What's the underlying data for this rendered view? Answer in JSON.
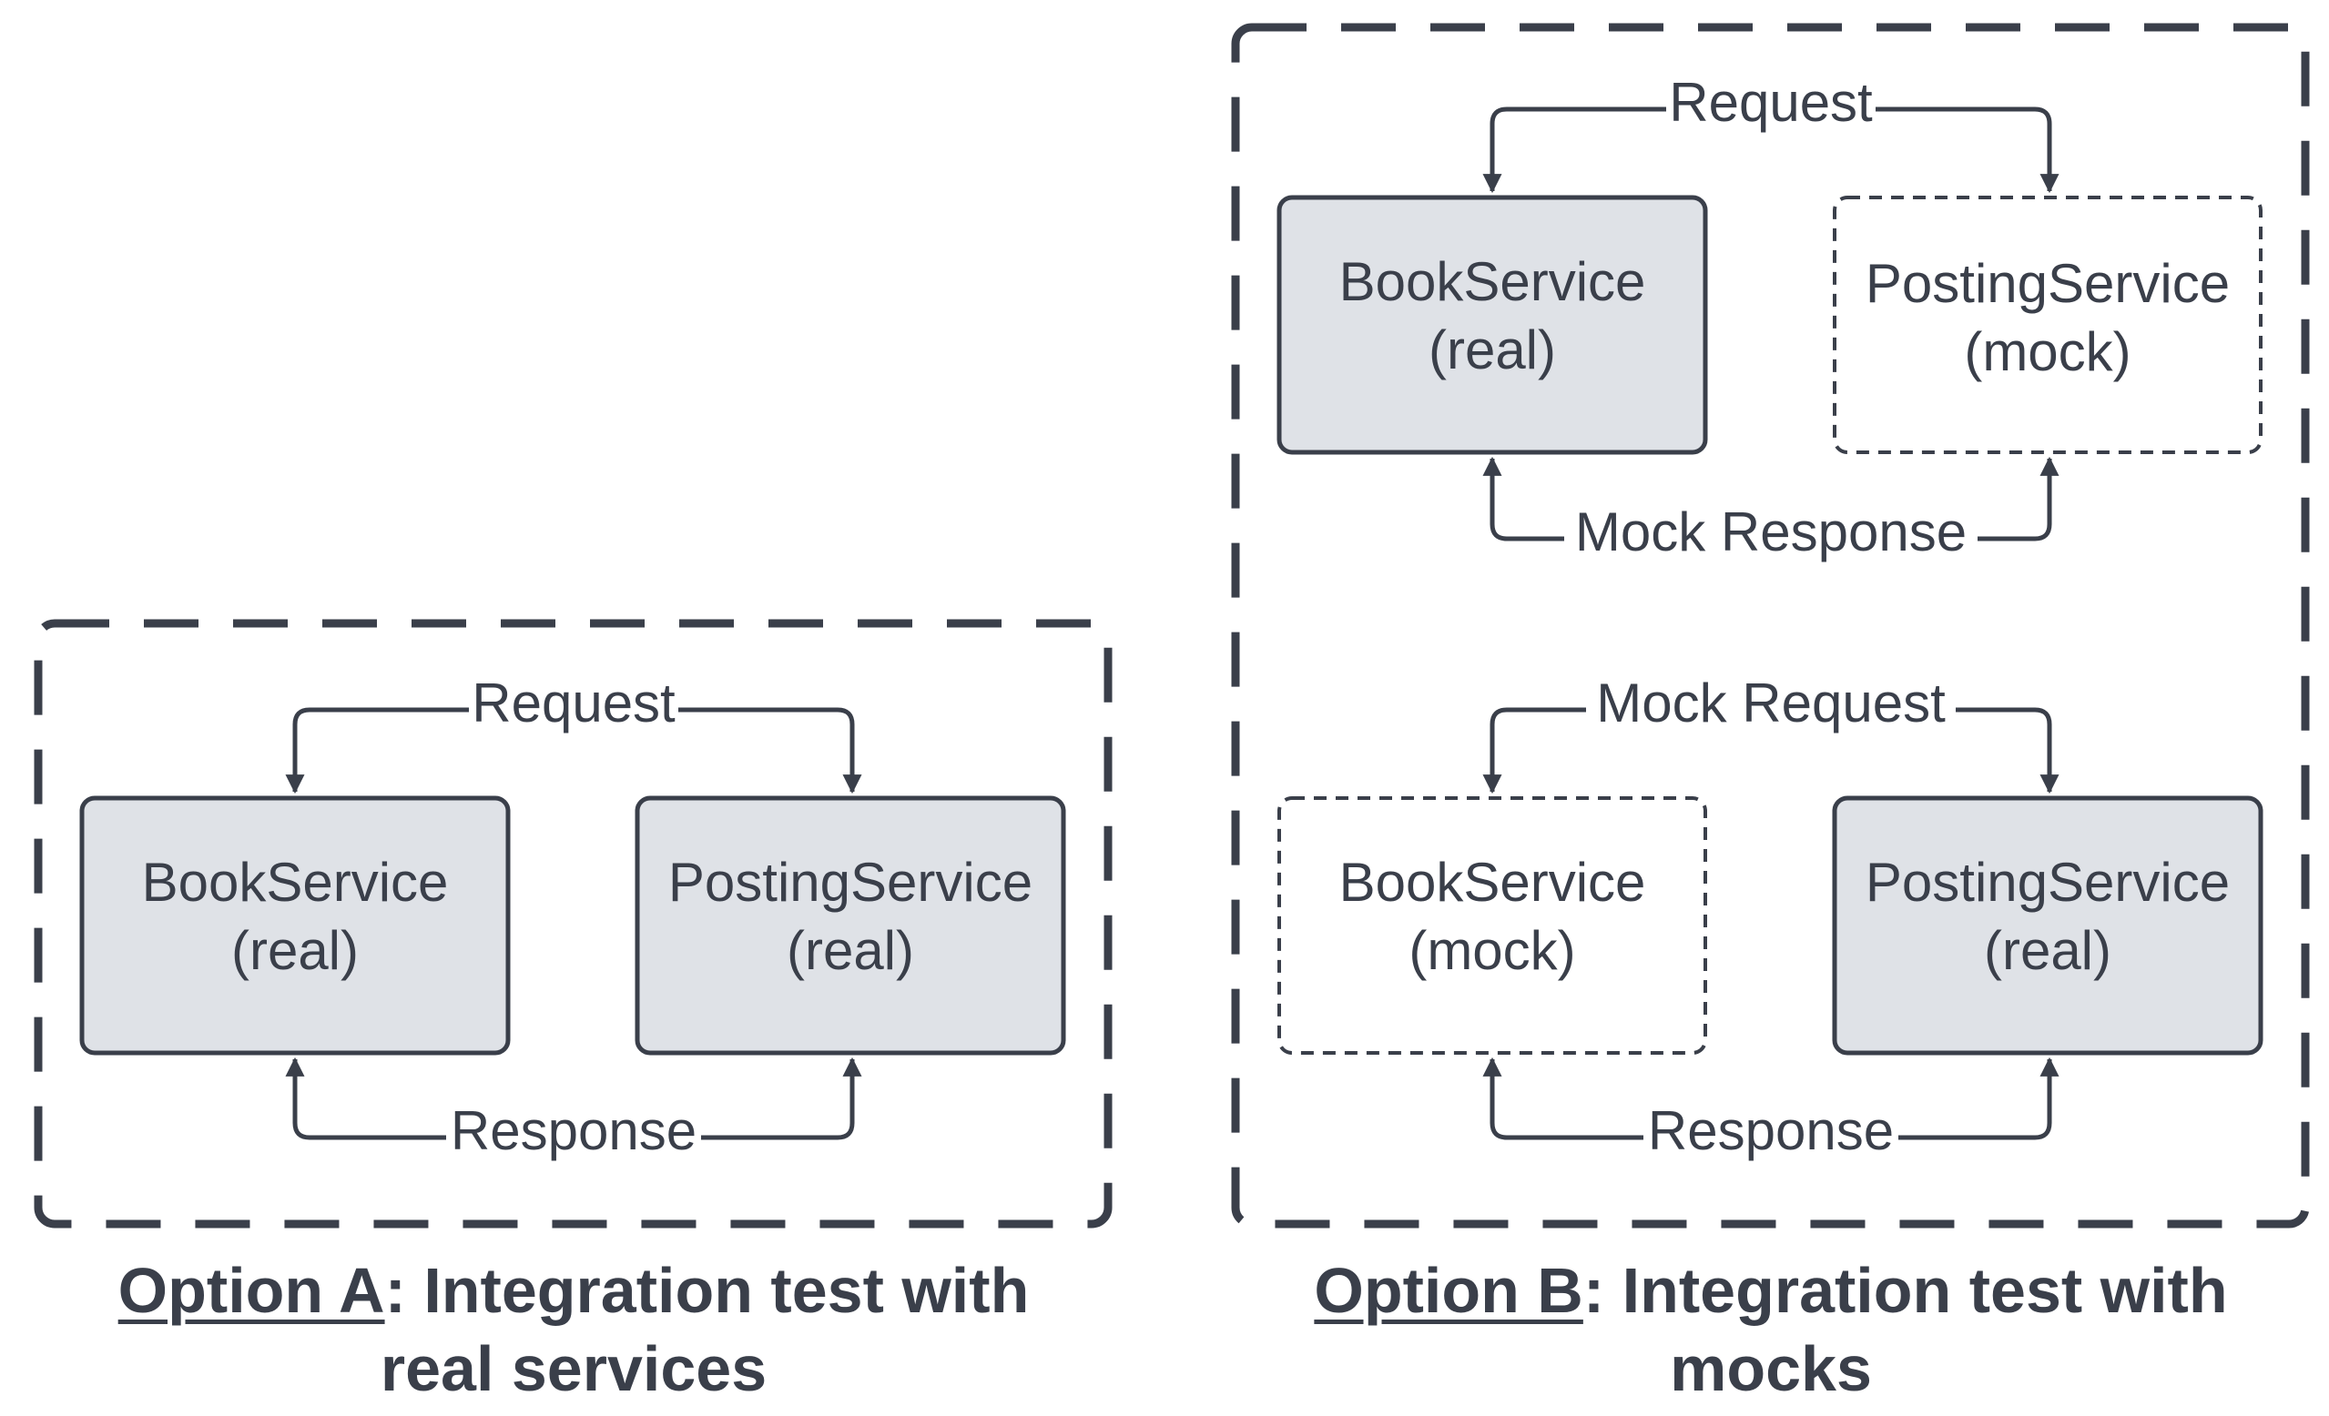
{
  "colors": {
    "stroke": "#3a3f4a",
    "real_fill": "#dfe2e7",
    "mock_fill": "#ffffff",
    "background": "#ffffff"
  },
  "option_a": {
    "caption_option": "Option A",
    "caption_rest_line1": ": Integration test with",
    "caption_line2": "real services",
    "request_label": "Request",
    "response_label": "Response",
    "left_service": {
      "name": "BookService",
      "kind": "(real)"
    },
    "right_service": {
      "name": "PostingService",
      "kind": "(real)"
    }
  },
  "option_b": {
    "caption_option": "Option B",
    "caption_rest_line1": ": Integration test with",
    "caption_line2": "mocks",
    "top": {
      "request_label": "Request",
      "response_label": "Mock Response",
      "left_service": {
        "name": "BookService",
        "kind": "(real)"
      },
      "right_service": {
        "name": "PostingService",
        "kind": "(mock)"
      }
    },
    "bottom": {
      "request_label": "Mock Request",
      "response_label": "Response",
      "left_service": {
        "name": "BookService",
        "kind": "(mock)"
      },
      "right_service": {
        "name": "PostingService",
        "kind": "(real)"
      }
    }
  }
}
